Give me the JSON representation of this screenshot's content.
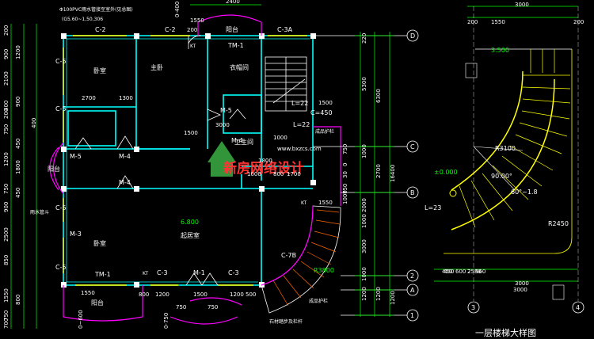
{
  "plan": {
    "room_bedroom_top": "卧室",
    "room_master": "主卧",
    "room_closet": "衣帽间",
    "room_bath": "卫生间",
    "room_living": "起居室",
    "room_bedroom_bottom": "卧室",
    "room_balcony_top": "阳台",
    "room_balcony_left": "阳台",
    "room_balcony_bottom": "阳台",
    "note_top_line1": "Φ100PVC雨水管接至室外(见总图)",
    "note_top_line2": "(G5.60~1,50,306",
    "note_left": "雨水管斗",
    "note_stair_a": "成品护栏",
    "note_stair_b": "石材踏步及栏杆",
    "note_stair_c": "成品护栏",
    "elev_living": "6.800",
    "elev_stair_top": "3.500",
    "elev_stair_zero": "±0.000",
    "label_L22a": "L=22",
    "label_L22b": "L=22",
    "label_L23": "L=23",
    "label_R3100": "R3100",
    "label_R2450": "R2450",
    "label_deg": "90.00°",
    "label_radial": "R3800",
    "label_stairs": "60°~1.8",
    "label_600x450": "C=450",
    "c2a": "C-2",
    "c2b": "C-2",
    "c3a": "C-3A",
    "c5a": "C-5",
    "c5b": "C-5",
    "c5c": "C-5",
    "c5d": "C-5",
    "c3b": "C-3",
    "c3c": "C-3",
    "m5a": "M-5",
    "m5b": "M-5",
    "m4a": "M-4",
    "m4b": "M-4",
    "m4c": "M-4",
    "m3": "M-3",
    "m1": "M-1",
    "tm1a": "TM-1",
    "tm1b": "TM-1",
    "c7b": "C-7B",
    "kt1": "KT",
    "kt2": "KT",
    "kt3": "KT",
    "grid_D": "D",
    "grid_C": "C",
    "grid_B": "B",
    "grid_2": "2",
    "grid_A": "A",
    "grid_1": "1",
    "grid_3": "3",
    "grid_4": "4",
    "title_right": "一层楼梯大样图",
    "watermark": "新房网络设计",
    "watermark_url": "www.bxzcs.com",
    "dims_top": [
      "2400",
      "3000",
      "200",
      "1550",
      "3000",
      "200"
    ],
    "dims_top_small": [
      "200",
      "1550"
    ],
    "dims_inner": [
      "2700",
      "1300",
      "1500",
      "3000",
      "1500",
      "1800",
      "1000",
      "800",
      "1700",
      "1550",
      "1000"
    ],
    "dims_bottom": [
      "1550",
      "800",
      "1200",
      "750",
      "1500",
      "750",
      "1200",
      "500",
      "450",
      "2580",
      "3000"
    ],
    "dims_bottom_right": [
      "450",
      "600",
      "2",
      "560"
    ],
    "dims_right_1": [
      "220",
      "5300",
      "6300",
      "16400",
      "2700",
      "1000",
      "2000",
      "1000",
      "3000",
      "1000",
      "1200",
      "1200",
      "1200"
    ],
    "dims_right_small": [
      "750",
      "0",
      "30",
      "750",
      "1000"
    ],
    "dims_left": [
      "200",
      "900",
      "1200",
      "2100",
      "900",
      "400",
      "200",
      "750",
      "450",
      "1200",
      "1800",
      "750",
      "450",
      "900",
      "2500",
      "850",
      "1550",
      "750",
      "800",
      "700"
    ],
    "dims_left_small": [
      "400",
      "0-400",
      "0-750",
      "0~600"
    ]
  }
}
